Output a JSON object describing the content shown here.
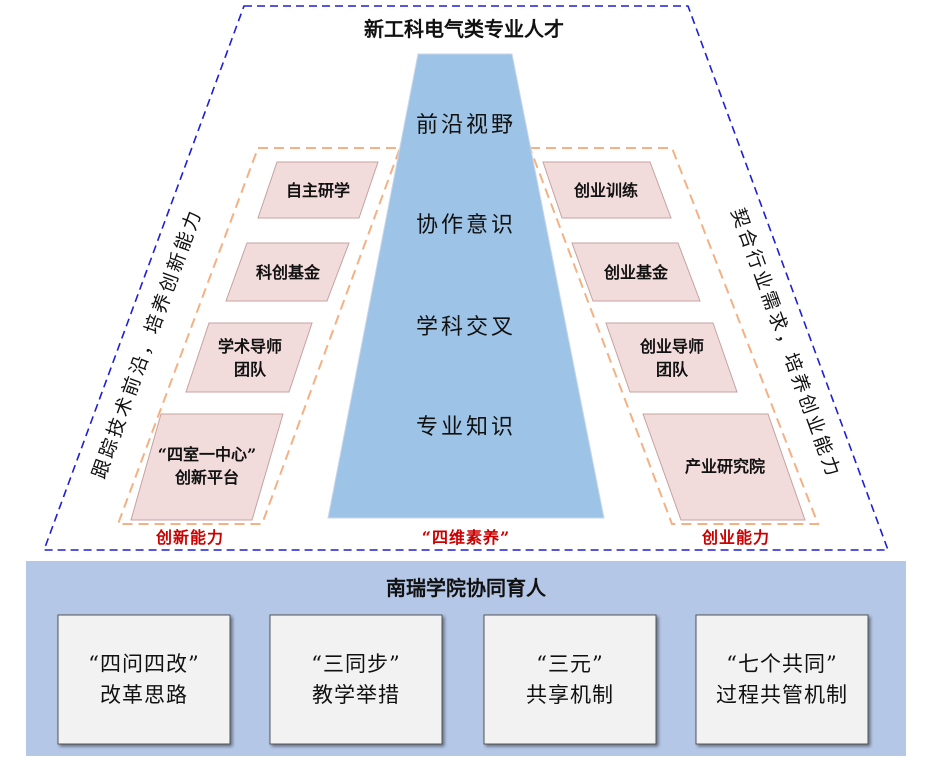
{
  "top_title": "新工科电气类专业人才",
  "pillar_items": [
    "前沿视野",
    "协作意识",
    "学科交叉",
    "专业知识"
  ],
  "left_items": [
    {
      "line1": "自主研学",
      "line2": ""
    },
    {
      "line1": "科创基金",
      "line2": ""
    },
    {
      "line1": "学术导师",
      "line2": "团队"
    },
    {
      "line1": "“四室一中心”",
      "line2": "创新平台"
    }
  ],
  "right_items": [
    {
      "line1": "创业训练",
      "line2": ""
    },
    {
      "line1": "创业基金",
      "line2": ""
    },
    {
      "line1": "创业导师",
      "line2": "团队"
    },
    {
      "line1": "产业研究院",
      "line2": ""
    }
  ],
  "left_side_text": "跟踪技术前沿，培养创新能力",
  "right_side_text": "契合行业需求，培养创业能力",
  "left_caption": "创新能力",
  "center_caption": "“四维素养”",
  "right_caption": "创业能力",
  "bottom_title": "南瑞学院协同育人",
  "bottom_boxes": [
    {
      "line1": "“四问四改”",
      "line2": "改革思路"
    },
    {
      "line1": "“三同步”",
      "line2": "教学举措"
    },
    {
      "line1": "“三元”",
      "line2": "共享机制"
    },
    {
      "line1": "“七个共同”",
      "line2": "过程共管机制"
    }
  ],
  "colors": {
    "pillar": "#9dc3e6",
    "trapezoid": "#f2dcdb",
    "bottom_band": "#b4c7e7",
    "dashed_outer": "#1f1fd6",
    "dashed_inner": "#f4b183",
    "caption_red": "#cc0000"
  }
}
